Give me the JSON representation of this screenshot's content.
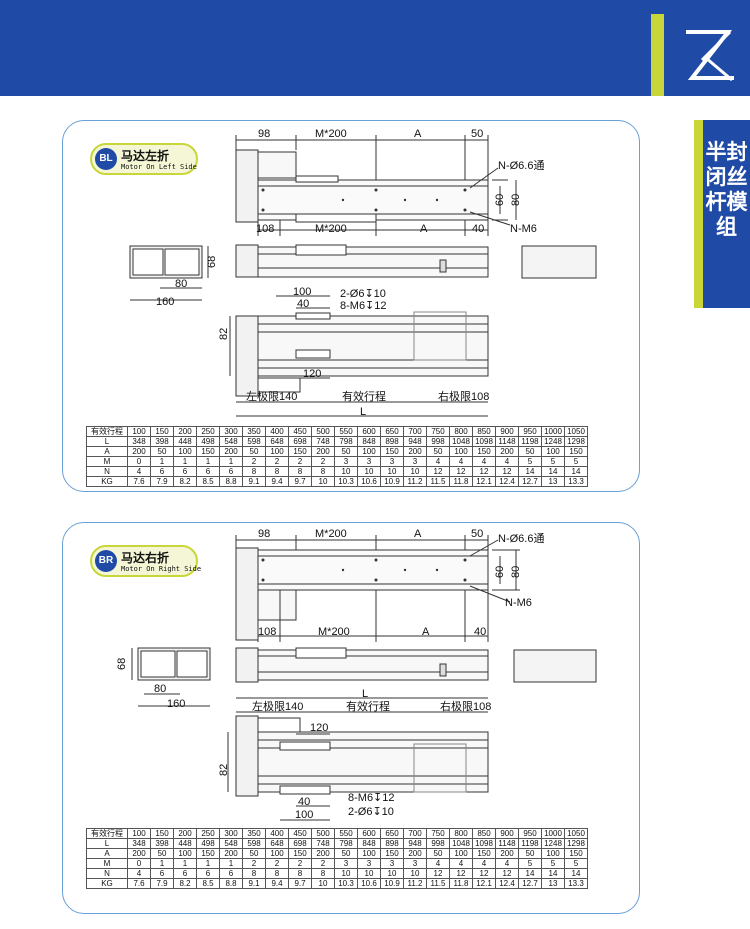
{
  "side_tab": {
    "label": "半封闭丝杆模组"
  },
  "sections": [
    {
      "badge": {
        "code": "BL",
        "title": "马达左折",
        "subtitle": "Motor On Left Side"
      },
      "dims": {
        "d98": "98",
        "m200_top": "M*200",
        "a_top": "A",
        "d50": "50",
        "n_hole": "N-Ø6.6通",
        "d60": "60",
        "d80": "80",
        "d108": "108",
        "m200_bot": "M*200",
        "a_bot": "A",
        "d40": "40",
        "nm6": "N-M6",
        "side_68": "68",
        "side_80": "80",
        "side_160": "160",
        "d100": "100",
        "d40b": "40",
        "hole2": "2-Ø6↧10",
        "hole8": "8-M6↧12",
        "d82": "82",
        "d120": "120",
        "left_limit": "左极限140",
        "stroke": "有效行程",
        "right_limit": "右极限108",
        "L": "L"
      }
    },
    {
      "badge": {
        "code": "BR",
        "title": "马达右折",
        "subtitle": "Motor On Right Side"
      },
      "dims": {
        "d98": "98",
        "m200_top": "M*200",
        "a_top": "A",
        "d50": "50",
        "n_hole": "N-Ø6.6通",
        "d60": "60",
        "d80": "80",
        "d108": "108",
        "m200_bot": "M*200",
        "a_bot": "A",
        "d40": "40",
        "nm6": "N-M6",
        "side_68": "68",
        "side_80": "80",
        "side_160": "160",
        "L": "L",
        "left_limit": "左极限140",
        "stroke": "有效行程",
        "right_limit": "右极限108",
        "d120": "120",
        "d82": "82",
        "hole8": "8-M6↧12",
        "hole2": "2-Ø6↧10",
        "d40b": "40",
        "d100": "100"
      }
    }
  ],
  "spec_table": {
    "rows": [
      {
        "label": "有效行程",
        "values": [
          "100",
          "150",
          "200",
          "250",
          "300",
          "350",
          "400",
          "450",
          "500",
          "550",
          "600",
          "650",
          "700",
          "750",
          "800",
          "850",
          "900",
          "950",
          "1000",
          "1050"
        ]
      },
      {
        "label": "L",
        "values": [
          "348",
          "398",
          "448",
          "498",
          "548",
          "598",
          "648",
          "698",
          "748",
          "798",
          "848",
          "898",
          "948",
          "998",
          "1048",
          "1098",
          "1148",
          "1198",
          "1248",
          "1298"
        ]
      },
      {
        "label": "A",
        "values": [
          "200",
          "50",
          "100",
          "150",
          "200",
          "50",
          "100",
          "150",
          "200",
          "50",
          "100",
          "150",
          "200",
          "50",
          "100",
          "150",
          "200",
          "50",
          "100",
          "150"
        ]
      },
      {
        "label": "M",
        "values": [
          "0",
          "1",
          "1",
          "1",
          "1",
          "2",
          "2",
          "2",
          "2",
          "3",
          "3",
          "3",
          "3",
          "4",
          "4",
          "4",
          "4",
          "5",
          "5",
          "5"
        ]
      },
      {
        "label": "N",
        "values": [
          "4",
          "6",
          "6",
          "6",
          "6",
          "8",
          "8",
          "8",
          "8",
          "10",
          "10",
          "10",
          "10",
          "12",
          "12",
          "12",
          "12",
          "14",
          "14",
          "14"
        ]
      },
      {
        "label": "KG",
        "values": [
          "7.6",
          "7.9",
          "8.2",
          "8.5",
          "8.8",
          "9.1",
          "9.4",
          "9.7",
          "10",
          "10.3",
          "10.6",
          "10.9",
          "11.2",
          "11.5",
          "11.8",
          "12.1",
          "12.4",
          "12.7",
          "13",
          "13.3"
        ]
      }
    ]
  }
}
